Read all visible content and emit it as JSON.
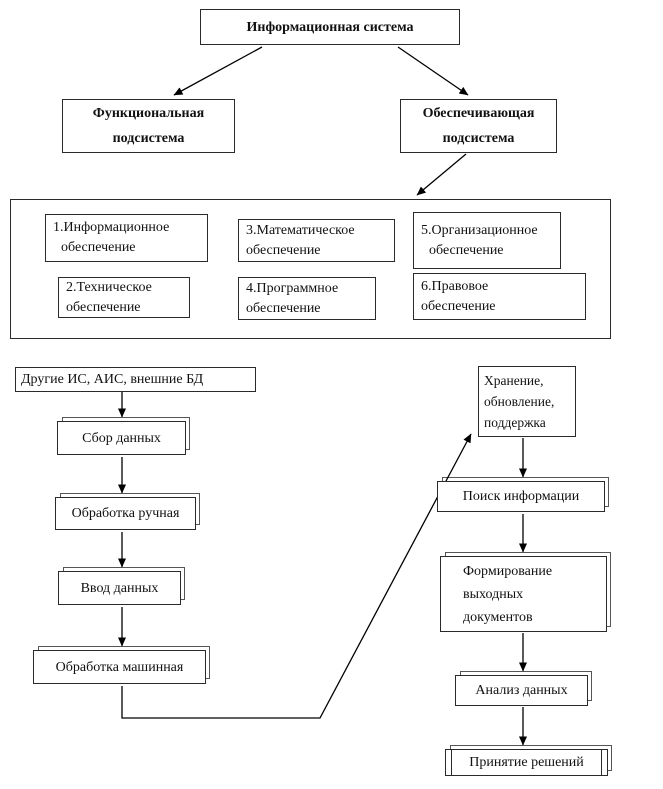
{
  "hierarchy": {
    "root": "Информационная система",
    "functional": {
      "line1": "Функциональная",
      "line2": "подсистема"
    },
    "providing": {
      "line1": "Обеспечивающая",
      "line2": "подсистема"
    },
    "components": [
      {
        "line1": "1.Информационное",
        "line2": "обеспечение"
      },
      {
        "line1": "3.Математическое",
        "line2": "обеспечение"
      },
      {
        "line1": "5.Организационное",
        "line2": "обеспечение"
      },
      {
        "line1": "2.Техническое",
        "line2": "обеспечение"
      },
      {
        "line1": "4.Программное",
        "line2": "обеспечение"
      },
      {
        "line1": "6.Правовое",
        "line2": "обеспечение"
      }
    ]
  },
  "flow": {
    "external_sources": "Другие ИС, АИС, внешние БД",
    "data_collection": "Сбор данных",
    "manual_processing": "Обработка ручная",
    "data_entry": "Ввод данных",
    "machine_processing": "Обработка машинная",
    "storage": {
      "line1": "Хранение,",
      "line2": "обновление,",
      "line3": "поддержка"
    },
    "information_search": "Поиск информации",
    "output_documents": {
      "line1": "Формирование",
      "line2": "выходных",
      "line3": "документов"
    },
    "data_analysis": "Анализ данных",
    "decision_making": "Принятие решений"
  },
  "colors": {
    "ink": "#000000",
    "paper": "#ffffff"
  }
}
